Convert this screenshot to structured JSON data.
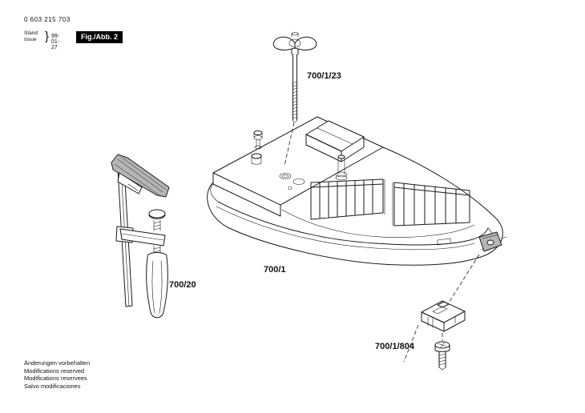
{
  "doc": {
    "part_number": "0 603 215 703",
    "stand_label": "Stand",
    "issue_label": "Issue",
    "brace": "}",
    "date": "99-01-27",
    "figure_label": "Fig./Abb. 2"
  },
  "part_labels": {
    "wing_bolt": "700/1/23",
    "clamp": "700/20",
    "base_assembly": "700/1",
    "clamp_bracket": "700/1/804"
  },
  "footer": {
    "lines": [
      "Änderungen vorbehalten",
      "Modifications reserved",
      "Modifications reservees",
      "Salvo modificaciones"
    ]
  },
  "colors": {
    "line": "#1a1a1a",
    "figure_box_bg": "#000000",
    "figure_box_text": "#ffffff",
    "shade": "#b5b5b5",
    "background": "#ffffff"
  },
  "icons": {
    "drawing": "exploded-parts-diagram"
  }
}
